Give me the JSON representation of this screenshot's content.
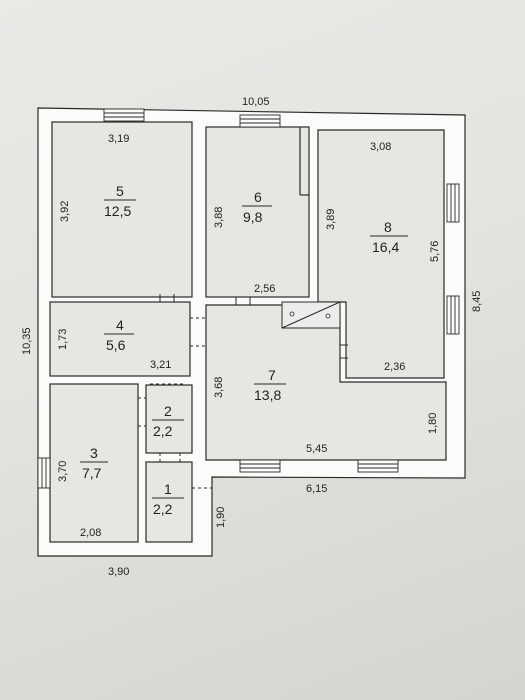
{
  "plan": {
    "overall": {
      "top_length": "10,05",
      "left_length": "10,35",
      "right_length": "8,45",
      "bottom_left_length": "3,90",
      "bottom_right_length": "6,15"
    },
    "rooms": [
      {
        "number": "5",
        "area": "12,5",
        "width": "3,19",
        "height": "3,92"
      },
      {
        "number": "6",
        "area": "9,8",
        "height": "3,88"
      },
      {
        "number": "8",
        "area": "16,4",
        "width": "3,08",
        "height_left": "3,89",
        "height_right": "5,76",
        "bottom_width": "2,36"
      },
      {
        "number": "4",
        "area": "5,6",
        "height": "1,73",
        "width": "3,21"
      },
      {
        "number": "7",
        "area": "13,8",
        "top_width": "2,56",
        "height": "3,68",
        "bottom_width": "5,45",
        "right_height": "1,80"
      },
      {
        "number": "3",
        "area": "7,7",
        "height": "3,70",
        "width": "2,08"
      },
      {
        "number": "2",
        "area": "2,2"
      },
      {
        "number": "1",
        "area": "2,2",
        "height": "1,90"
      }
    ]
  }
}
